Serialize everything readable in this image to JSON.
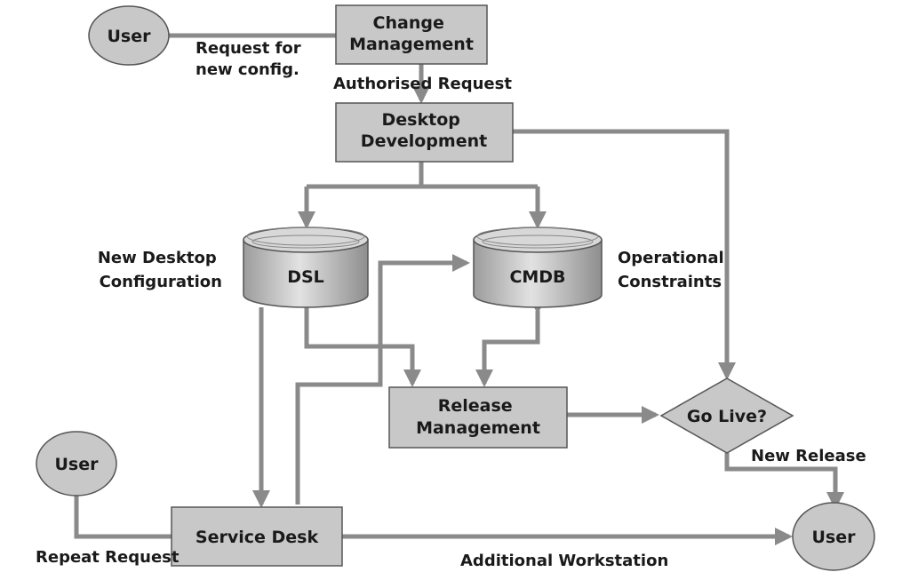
{
  "nodes": {
    "user_top": "User",
    "change_mgmt": [
      "Change",
      "Management"
    ],
    "desktop_dev": [
      "Desktop",
      "Development"
    ],
    "dsl": "DSL",
    "cmdb": "CMDB",
    "release_mgmt": [
      "Release",
      "Management"
    ],
    "go_live": "Go Live?",
    "user_left": "User",
    "service_desk": "Service Desk",
    "user_right": "User"
  },
  "labels": {
    "request_new_config": [
      "Request for",
      "new config."
    ],
    "authorised_request": "Authorised Request",
    "new_desktop_config": [
      "New Desktop",
      "Configuration"
    ],
    "operational_constraints": [
      "Operational",
      "Constraints"
    ],
    "new_release": "New Release",
    "repeat_request": "Repeat Request",
    "additional_workstation": "Additional Workstation"
  },
  "colors": {
    "node_fill": "#c8c8c8",
    "connector": "#8a8a8a",
    "outline": "#555555"
  }
}
